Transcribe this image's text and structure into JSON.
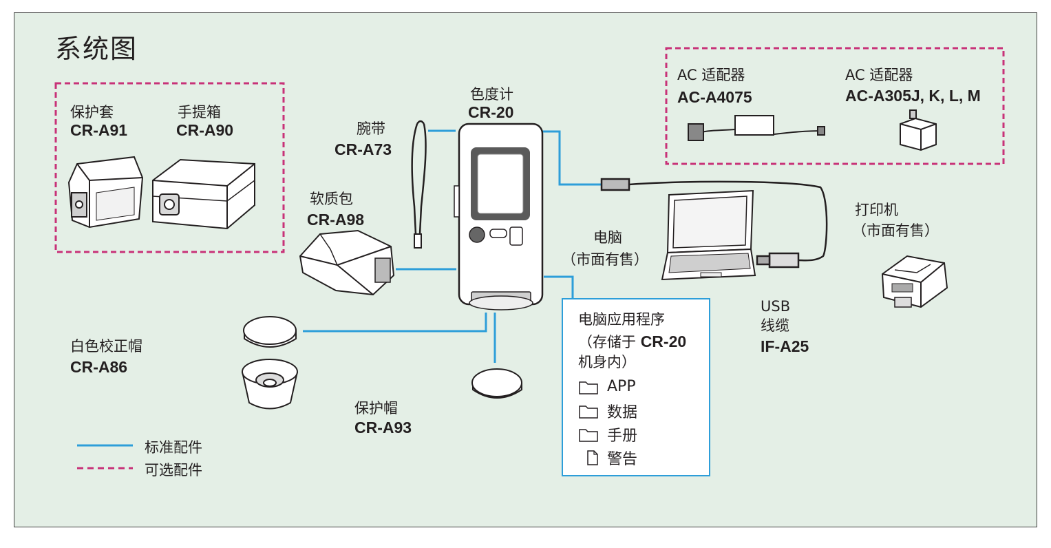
{
  "title": "系统图",
  "colors": {
    "standard_line": "#2d9ed9",
    "optional_line": "#c83278",
    "background": "#e4efe6"
  },
  "nodes": {
    "colorimeter": {
      "name": "色度计",
      "model": "CR-20"
    },
    "protective_cover": {
      "name": "保护套",
      "model": "CR-A91"
    },
    "carrying_case": {
      "name": "手提箱",
      "model": "CR-A90"
    },
    "wrist_strap": {
      "name": "腕带",
      "model": "CR-A73"
    },
    "soft_bag": {
      "name": "软质包",
      "model": "CR-A98"
    },
    "white_cap": {
      "name": "白色校正帽",
      "model": "CR-A86"
    },
    "protective_cap": {
      "name": "保护帽",
      "model": "CR-A93"
    },
    "ac_adapter_1": {
      "name": "AC 适配器",
      "model": "AC-A4075"
    },
    "ac_adapter_2": {
      "name": "AC 适配器",
      "model": "AC-A305J, K, L, M"
    },
    "computer": {
      "name": "电脑",
      "note": "（市面有售）"
    },
    "printer": {
      "name": "打印机",
      "note": "（市面有售）"
    },
    "usb_cable": {
      "name_line1": "USB",
      "name_line2": "线缆",
      "model": "IF-A25"
    }
  },
  "app_box": {
    "line1": "电脑应用程序",
    "line2_prefix": "（存储于 ",
    "line2_model": "CR-20",
    "line3": "机身内）",
    "items": [
      {
        "label": "APP",
        "icon": "folder-icon"
      },
      {
        "label": "数据",
        "icon": "folder-icon"
      },
      {
        "label": "手册",
        "icon": "folder-icon"
      },
      {
        "label": "警告",
        "icon": "file-icon"
      }
    ]
  },
  "legend": {
    "standard": "标准配件",
    "optional": "可选配件"
  }
}
